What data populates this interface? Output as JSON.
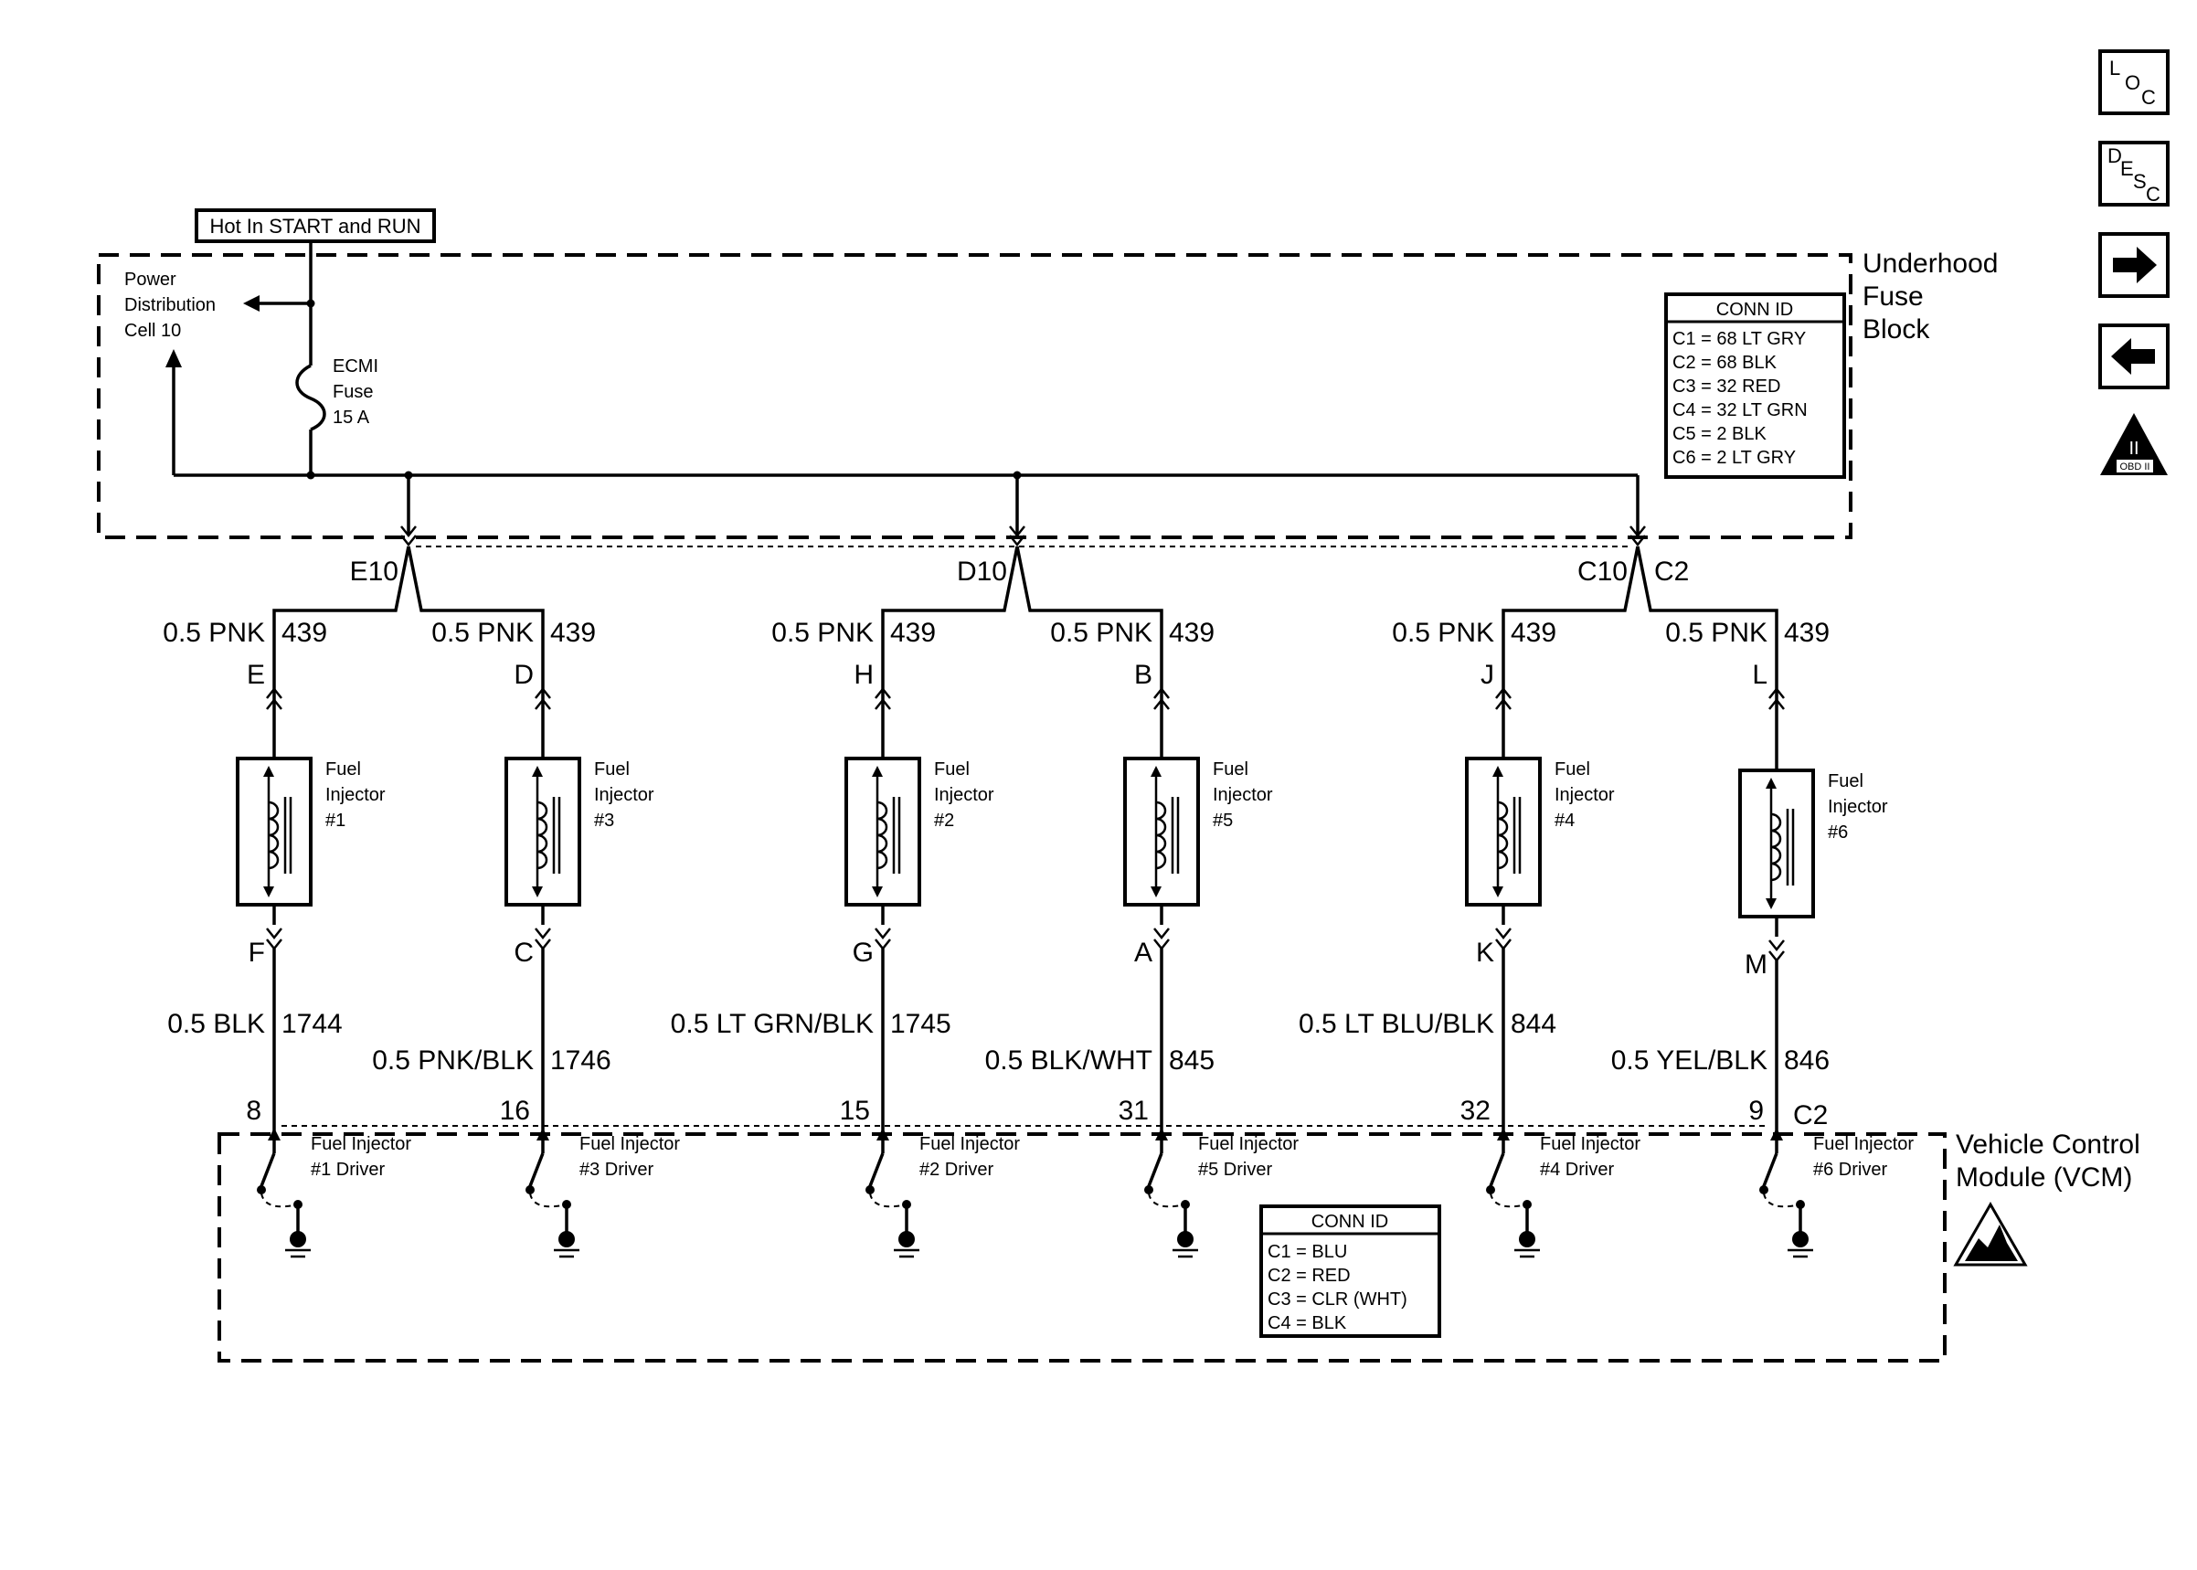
{
  "supply": {
    "label": "Hot In START and RUN"
  },
  "fuse_block": {
    "title": [
      "Underhood",
      "Fuse",
      "Block"
    ],
    "power_ref": [
      "Power",
      "Distribution",
      "Cell 10"
    ],
    "fuse": [
      "ECMI",
      "Fuse",
      "15 A"
    ],
    "conn_id": {
      "title": "CONN ID",
      "rows": [
        "C1 = 68 LT GRY",
        "C2 = 68 BLK",
        "C3 = 32 RED",
        "C4 = 32 LT GRN",
        "C5 = 2 BLK",
        "C6 = 2 LT GRY"
      ]
    }
  },
  "splices": [
    {
      "label": "E10"
    },
    {
      "label": "D10"
    },
    {
      "label": "C10"
    }
  ],
  "splice_connector": "C2",
  "injectors": [
    {
      "name": [
        "Fuel",
        "Injector",
        "#1"
      ],
      "upper_pin": "E",
      "upper_wire": "0.5 PNK",
      "upper_circuit": "439",
      "lower_pin": "F",
      "lower_wire": "0.5 BLK",
      "lower_circuit": "1744",
      "vcm_pin": "8",
      "driver": [
        "Fuel Injector",
        "#1 Driver"
      ]
    },
    {
      "name": [
        "Fuel",
        "Injector",
        "#3"
      ],
      "upper_pin": "D",
      "upper_wire": "0.5 PNK",
      "upper_circuit": "439",
      "lower_pin": "C",
      "lower_wire": "0.5 PNK/BLK",
      "lower_circuit": "1746",
      "vcm_pin": "16",
      "driver": [
        "Fuel Injector",
        "#3 Driver"
      ]
    },
    {
      "name": [
        "Fuel",
        "Injector",
        "#2"
      ],
      "upper_pin": "H",
      "upper_wire": "0.5 PNK",
      "upper_circuit": "439",
      "lower_pin": "G",
      "lower_wire": "0.5 LT GRN/BLK",
      "lower_circuit": "1745",
      "vcm_pin": "15",
      "driver": [
        "Fuel Injector",
        "#2 Driver"
      ]
    },
    {
      "name": [
        "Fuel",
        "Injector",
        "#5"
      ],
      "upper_pin": "B",
      "upper_wire": "0.5 PNK",
      "upper_circuit": "439",
      "lower_pin": "A",
      "lower_wire": "0.5 BLK/WHT",
      "lower_circuit": "845",
      "vcm_pin": "31",
      "driver": [
        "Fuel Injector",
        "#5 Driver"
      ]
    },
    {
      "name": [
        "Fuel",
        "Injector",
        "#4"
      ],
      "upper_pin": "J",
      "upper_wire": "0.5 PNK",
      "upper_circuit": "439",
      "lower_pin": "K",
      "lower_wire": "0.5 LT BLU/BLK",
      "lower_circuit": "844",
      "vcm_pin": "32",
      "driver": [
        "Fuel Injector",
        "#4 Driver"
      ]
    },
    {
      "name": [
        "Fuel",
        "Injector",
        "#6"
      ],
      "upper_pin": "L",
      "upper_wire": "0.5 PNK",
      "upper_circuit": "439",
      "lower_pin": "M",
      "lower_wire": "0.5 YEL/BLK",
      "lower_circuit": "846",
      "vcm_pin": "9",
      "driver": [
        "Fuel Injector",
        "#6 Driver"
      ]
    }
  ],
  "vcm": {
    "title": [
      "Vehicle Control",
      "Module (VCM)"
    ],
    "connector": "C2",
    "conn_id": {
      "title": "CONN ID",
      "rows": [
        "C1 = BLU",
        "C2 = RED",
        "C3 = CLR (WHT)",
        "C4 = BLK"
      ]
    }
  },
  "side_buttons": {
    "loc": [
      "L",
      "O",
      "C"
    ],
    "desc": [
      "D",
      "E",
      "S",
      "C"
    ],
    "obd_numeral": "II",
    "obd_text": "OBD II",
    "icons": [
      "loc-icon",
      "desc-icon",
      "arrow-right-icon",
      "arrow-left-icon",
      "obd-ii-icon"
    ]
  }
}
